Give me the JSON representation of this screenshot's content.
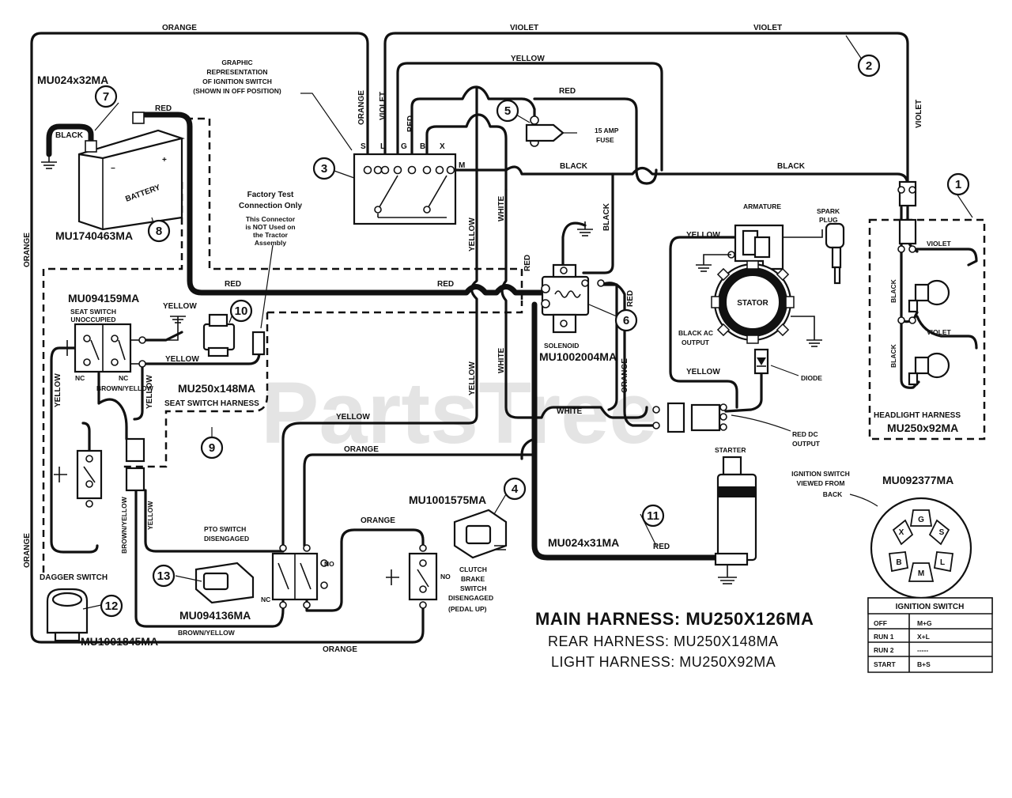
{
  "watermark": "PartsTree",
  "wire_labels": {
    "orange_top": "ORANGE",
    "violet_top_a": "VIOLET",
    "violet_top_b": "VIOLET",
    "yellow_top": "YELLOW",
    "red_fuse": "RED",
    "red_battery": "RED",
    "black_battery": "BLACK",
    "orange_v": "ORANGE",
    "violet_v": "VIOLET",
    "red_v": "RED",
    "black_mid": "BLACK",
    "black_right": "BLACK",
    "black_down": "BLACK",
    "violet_right": "VIOLET",
    "orange_left": "ORANGE",
    "orange_left2": "ORANGE",
    "red_main_a": "RED",
    "red_main_b": "RED",
    "yellow_v1": "YELLOW",
    "white_v1": "WHITE",
    "red_v2": "RED",
    "white_v2": "WHITE",
    "yellow_v2": "YELLOW",
    "orange_v2": "ORANGE",
    "red_sol": "RED",
    "white_bottom": "WHITE",
    "yellow_mid": "YELLOW",
    "orange_mid": "ORANGE",
    "orange_clutch": "ORANGE",
    "orange_bottom": "ORANGE",
    "red_starter": "RED",
    "yellow_seat1": "YELLOW",
    "yellow_seat2": "YELLOW",
    "yellow_left_v": "YELLOW",
    "yellow_seat_v": "YELLOW",
    "brown_yellow_seat": "BROWN/YELLOW",
    "brown_yellow_v": "BROWN/YELLOW",
    "yellow_v3": "YELLOW",
    "brown_yellow_bottom": "BROWN/YELLOW",
    "yellow_stator": "YELLOW",
    "yellow_stator2": "YELLOW",
    "violet_hl1": "VIOLET",
    "violet_hl2": "VIOLET",
    "black_hl1": "BLACK",
    "black_hl2": "BLACK"
  },
  "components": {
    "battery_cable_pn": "MU024x32MA",
    "battery_pn": "MU1740463MA",
    "battery_text": "BATTERY",
    "ignition_graphic": [
      "GRAPHIC",
      "REPRESENTATION",
      "OF IGNITION SWITCH",
      "(SHOWN IN OFF POSITION)"
    ],
    "ignition_terms": [
      "S",
      "L",
      "G",
      "B",
      "X",
      "M"
    ],
    "fuse_text": [
      "15 AMP",
      "FUSE"
    ],
    "factory_test": [
      "Factory Test",
      "Connection Only"
    ],
    "factory_note": [
      "This Connector",
      "is NOT Used on",
      "the Tractor",
      "Assembly"
    ],
    "seat_switch_pn": "MU094159MA",
    "seat_switch_title": [
      "SEAT SWITCH",
      "UNOCCUPIED"
    ],
    "seat_nc_a": "NC",
    "seat_nc_b": "NC",
    "seat_harness_pn": "MU250x148MA",
    "seat_harness_title": "SEAT SWITCH HARNESS",
    "solenoid_text": "SOLENOID",
    "solenoid_pn": "MU1002004MA",
    "armature": "ARMATURE",
    "spark_plug": [
      "SPARK",
      "PLUG"
    ],
    "stator": "STATOR",
    "black_ac": [
      "BLACK AC",
      "OUTPUT"
    ],
    "diode": "DIODE",
    "red_dc": [
      "RED DC",
      "OUTPUT"
    ],
    "headlight_title": "HEADLIGHT HARNESS",
    "headlight_pn": "MU250x92MA",
    "clutch_pn": "MU1001575MA",
    "clutch_text": [
      "CLUTCH",
      "BRAKE",
      "SWITCH",
      "DISENGAGED",
      "(PEDAL UP)"
    ],
    "clutch_no": "NO",
    "pto_text": [
      "PTO SWITCH",
      "DISENGAGED"
    ],
    "pto_pn": "MU094136MA",
    "pto_no": "NO",
    "pto_nc": "NC",
    "dagger_text": "DAGGER SWITCH",
    "dagger_pn": "MU1001845MA",
    "starter_text": "STARTER",
    "starter_cable_pn": "MU024x31MA",
    "ign_back": [
      "IGNITION SWITCH",
      "VIEWED FROM",
      "BACK"
    ],
    "ign_back_pn": "MU092377MA",
    "ign_back_terms": [
      "G",
      "X",
      "S",
      "B",
      "L",
      "M"
    ]
  },
  "callouts": [
    "1",
    "2",
    "3",
    "4",
    "5",
    "6",
    "7",
    "8",
    "9",
    "10",
    "11",
    "12",
    "13"
  ],
  "harness_titles": {
    "main": "MAIN HARNESS: MU250X126MA",
    "rear": "REAR HARNESS: MU250X148MA",
    "light": "LIGHT HARNESS: MU250X92MA"
  },
  "ignition_table": {
    "title": "IGNITION SWITCH",
    "rows": [
      {
        "pos": "OFF",
        "contacts": "M+G"
      },
      {
        "pos": "RUN 1",
        "contacts": "X+L"
      },
      {
        "pos": "RUN 2",
        "contacts": "-----"
      },
      {
        "pos": "START",
        "contacts": "B+S"
      }
    ]
  }
}
